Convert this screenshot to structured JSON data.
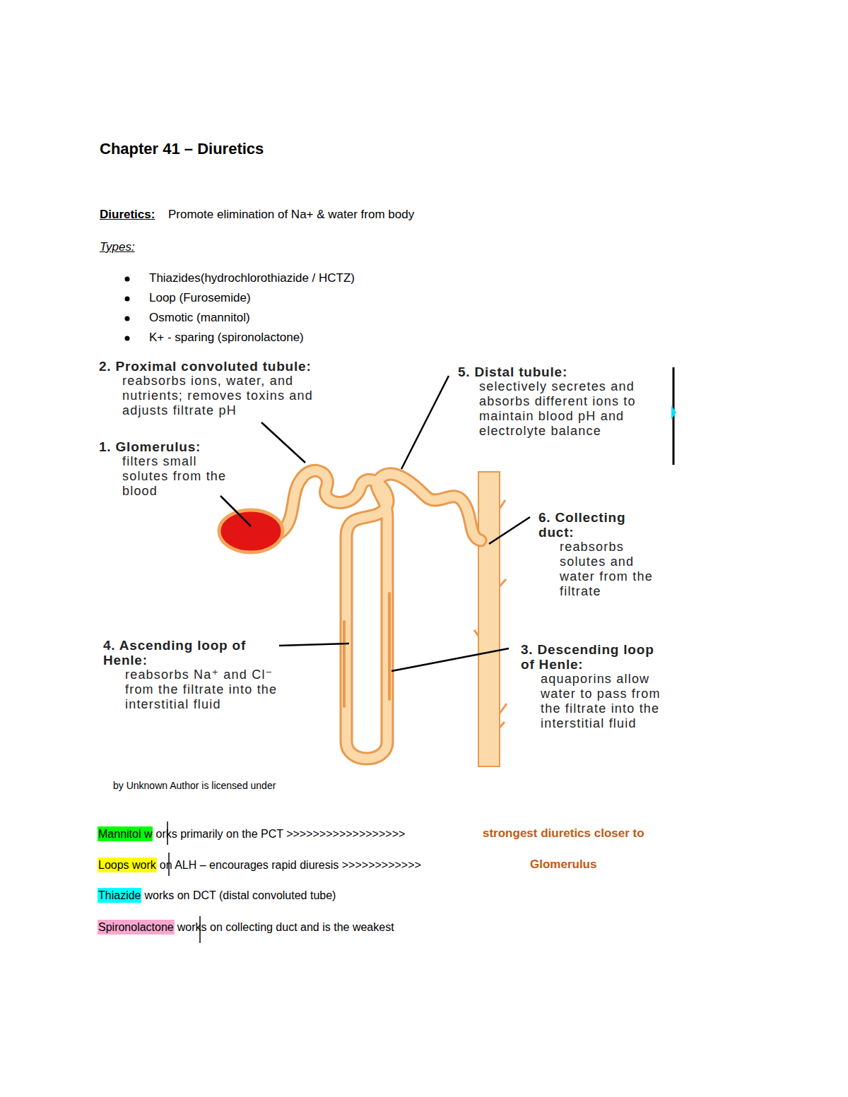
{
  "diagram": {
    "title": "Chapter 41 – Diuretics",
    "labels": [
      "Diuretics:",
      "Promote elimination of Na+ & water from body",
      "Types:",
      "Thiazides(hydrochlorothiazide / HCTZ)",
      "Loop (Furosemide)",
      "Osmotic (mannitol)",
      "K+ - sparing (spironolactone)",
      "2. Proximal convoluted tubule:",
      "reabsorbs ions, water, and nutrients; removes toxins and adjusts filtrate pH",
      "1. Glomerulus:",
      "filters small solutes from the blood",
      "5. Distal tubule:",
      "selectively secretes and absorbs different ions to maintain blood pH and electrolyte balance",
      "6. Collecting duct:",
      "reabsorbs solutes and water from the filtrate",
      "4. Ascending loop of Henle:",
      "reabsorbs Na⁺ and Cl⁻ from the filtrate into the interstitial fluid",
      "3. Descending loop of Henle:",
      "aquaporins allow water to pass from the filtrate into the interstitial fluid",
      "by Unknown Author is licensed under",
      "Mannitol w",
      "orks primarily on the PCT >>>>>>>>>>>>>>>>>>",
      "strongest diuretics closer to",
      "Loops work",
      "on ALH – encourages rapid diuresis >>>>>>>>>>>>",
      "Glomerulus",
      "Thiazide",
      "works on DCT (distal convoluted tube)",
      "Spironolactone",
      "works on collecting duct and is the weakest"
    ]
  }
}
